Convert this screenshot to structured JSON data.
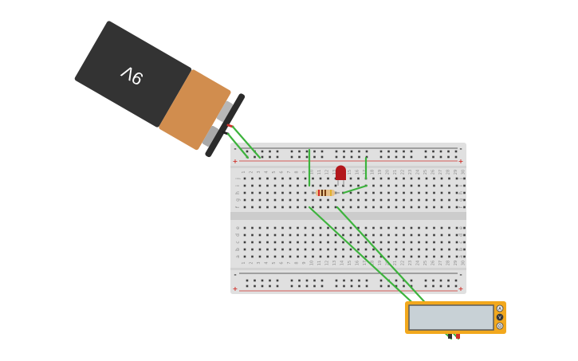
{
  "battery": {
    "label": "9V",
    "body_color": "#333333",
    "band_color": "#d18d4e"
  },
  "breadboard": {
    "columns": 30,
    "top_row_letters": [
      "j",
      "i",
      "h",
      "g",
      "f"
    ],
    "bottom_row_letters": [
      "e",
      "d",
      "c",
      "b",
      "a"
    ],
    "rail_plus_label": "+",
    "rail_minus_label": "-",
    "colors": {
      "board": "#e0e0e0",
      "trench": "#cccccc",
      "hole": "#3d3d3d",
      "rail_red": "#d0322c",
      "rail_black": "#333333"
    }
  },
  "components": {
    "led_color": "#b3171c",
    "resistor_bands": [
      "#d72a2a",
      "#5a2d0f",
      "#7a3e13",
      "#e1b12c"
    ],
    "wire_color": "#3db33d"
  },
  "multimeter": {
    "display_value": "",
    "case_color": "#f2a81d",
    "dial_labels": [
      "A",
      "V",
      "Ω"
    ]
  }
}
